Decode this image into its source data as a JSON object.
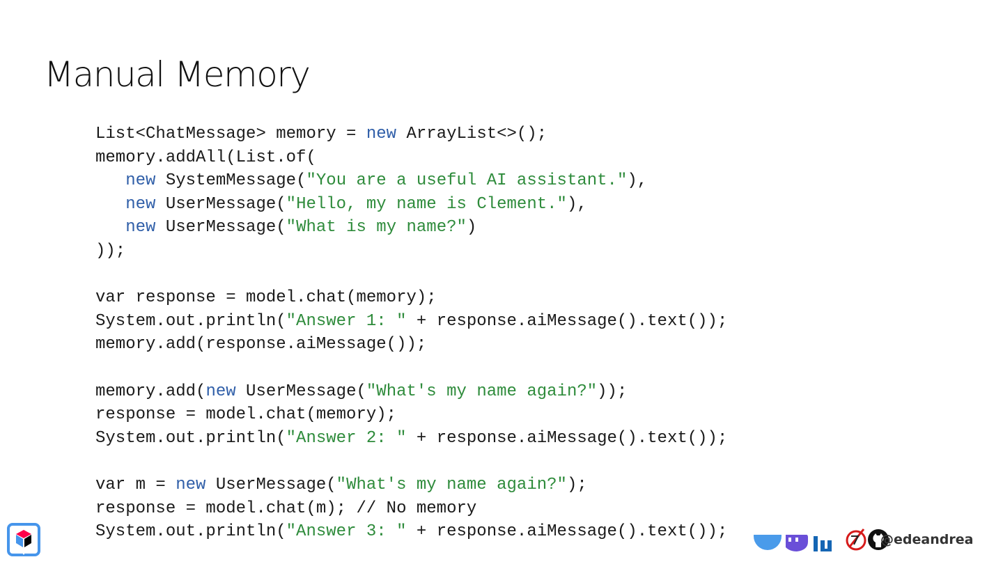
{
  "slide": {
    "title": "Manual Memory"
  },
  "code": {
    "lines": [
      [
        {
          "t": "List<ChatMessage> memory = ",
          "c": "plain"
        },
        {
          "t": "new",
          "c": "kw"
        },
        {
          "t": " ArrayList<>();",
          "c": "plain"
        }
      ],
      [
        {
          "t": "memory.addAll(List.of(",
          "c": "plain"
        }
      ],
      [
        {
          "t": "   ",
          "c": "plain"
        },
        {
          "t": "new",
          "c": "kw"
        },
        {
          "t": " SystemMessage(",
          "c": "plain"
        },
        {
          "t": "\"You are a useful AI assistant.\"",
          "c": "str"
        },
        {
          "t": "),",
          "c": "plain"
        }
      ],
      [
        {
          "t": "   ",
          "c": "plain"
        },
        {
          "t": "new",
          "c": "kw"
        },
        {
          "t": " UserMessage(",
          "c": "plain"
        },
        {
          "t": "\"Hello, my name is Clement.\"",
          "c": "str"
        },
        {
          "t": "),",
          "c": "plain"
        }
      ],
      [
        {
          "t": "   ",
          "c": "plain"
        },
        {
          "t": "new",
          "c": "kw"
        },
        {
          "t": " UserMessage(",
          "c": "plain"
        },
        {
          "t": "\"What is my name?\"",
          "c": "str"
        },
        {
          "t": ")",
          "c": "plain"
        }
      ],
      [
        {
          "t": "));",
          "c": "plain"
        }
      ],
      [],
      [
        {
          "t": "var response = model.chat(memory);",
          "c": "plain"
        }
      ],
      [
        {
          "t": "System.out.println(",
          "c": "plain"
        },
        {
          "t": "\"Answer 1: \"",
          "c": "str"
        },
        {
          "t": " + response.aiMessage().text());",
          "c": "plain"
        }
      ],
      [
        {
          "t": "memory.add(response.aiMessage());",
          "c": "plain"
        }
      ],
      [],
      [
        {
          "t": "memory.add(",
          "c": "plain"
        },
        {
          "t": "new",
          "c": "kw"
        },
        {
          "t": " UserMessage(",
          "c": "plain"
        },
        {
          "t": "\"What's my name again?\"",
          "c": "str"
        },
        {
          "t": "));",
          "c": "plain"
        }
      ],
      [
        {
          "t": "response = model.chat(memory);",
          "c": "plain"
        }
      ],
      [
        {
          "t": "System.out.println(",
          "c": "plain"
        },
        {
          "t": "\"Answer 2: \"",
          "c": "str"
        },
        {
          "t": " + response.aiMessage().text());",
          "c": "plain"
        }
      ],
      [],
      [
        {
          "t": "var m = ",
          "c": "plain"
        },
        {
          "t": "new",
          "c": "kw"
        },
        {
          "t": " UserMessage(",
          "c": "plain"
        },
        {
          "t": "\"What's my name again?\"",
          "c": "str"
        },
        {
          "t": ");",
          "c": "plain"
        }
      ],
      [
        {
          "t": "response = model.chat(m); // No memory",
          "c": "plain"
        }
      ],
      [
        {
          "t": "System.out.println(",
          "c": "plain"
        },
        {
          "t": "\"Answer 3: \"",
          "c": "str"
        },
        {
          "t": " + response.aiMessage().text());",
          "c": "plain"
        }
      ]
    ]
  },
  "footer": {
    "handle": "@edeandrea",
    "icons": [
      "quarkus-logo-icon",
      "bluesky-icon",
      "mastodon-icon",
      "linkedin-icon",
      "no-twitter-icon",
      "github-icon"
    ]
  },
  "colors": {
    "keyword": "#2f5ea8",
    "string": "#2e8b3b",
    "text": "#1a1a1a"
  }
}
